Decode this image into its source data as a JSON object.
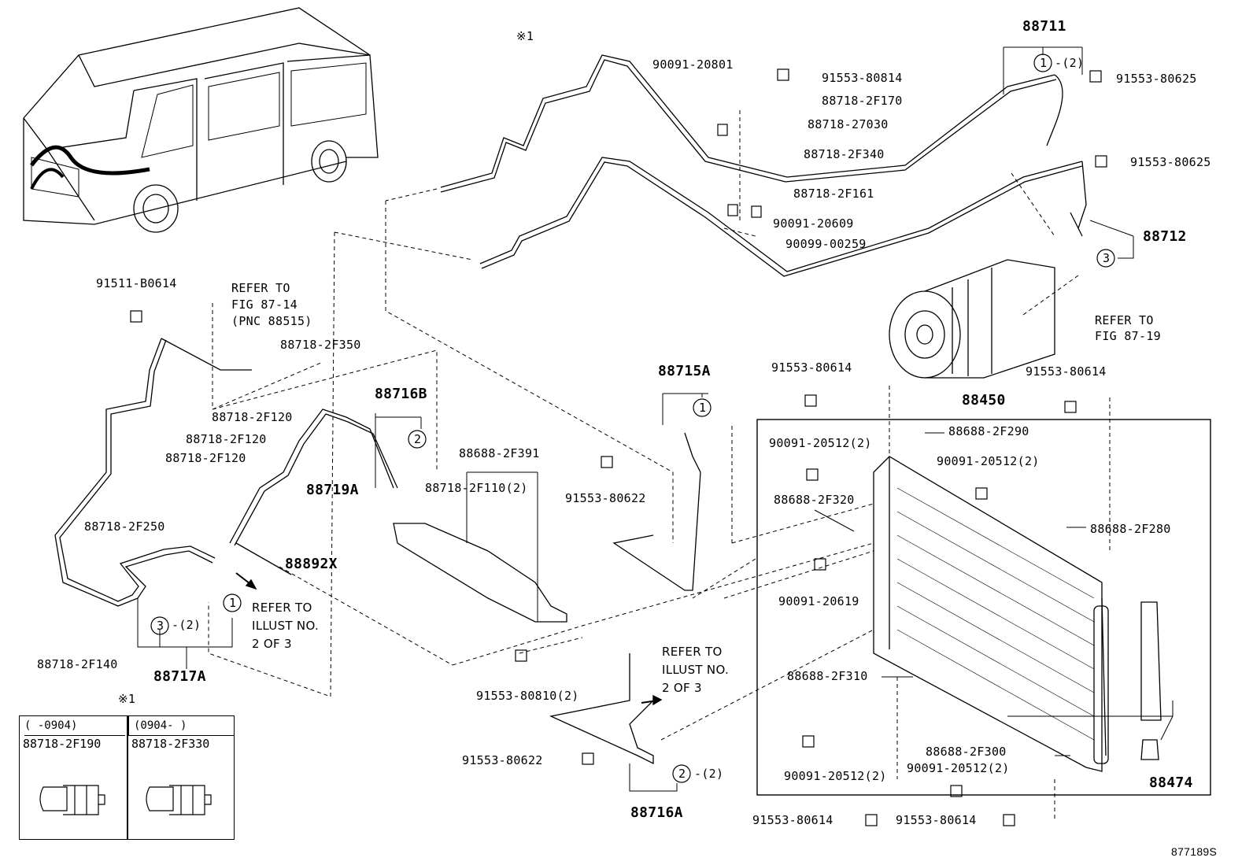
{
  "diagram_id": "877189S",
  "note_mark": "※1",
  "labels": {
    "p88711": "88711",
    "p88712": "88712",
    "p88450": "88450",
    "p88474": "88474",
    "p88715A": "88715A",
    "p88716B": "88716B",
    "p88716A": "88716A",
    "p88717A": "88717A",
    "p88719A": "88719A",
    "p88892X": "88892X",
    "p90091_20801": "90091-20801",
    "p91553_80814": "91553-80814",
    "p88718_2F170": "88718-2F170",
    "p88718_27030": "88718-27030",
    "p88718_2F340": "88718-2F340",
    "p88718_2F161": "88718-2F161",
    "p90091_20609": "90091-20609",
    "p90099_00259": "90099-00259",
    "p91553_80625_a": "91553-80625",
    "p91553_80625_b": "91553-80625",
    "p91511_B0614": "91511-B0614",
    "p88718_2F350": "88718-2F350",
    "p88718_2F120_a": "88718-2F120",
    "p88718_2F120_b": "88718-2F120",
    "p88718_2F120_c": "88718-2F120",
    "p88718_2F250": "88718-2F250",
    "p88718_2F140": "88718-2F140",
    "p88688_2F391": "88688-2F391",
    "p88718_2F110": "88718-2F110(2)",
    "p91553_80622_a": "91553-80622",
    "p91553_80622_b": "91553-80622",
    "p91553_80810": "91553-80810(2)",
    "p91553_80614_a": "91553-80614",
    "p91553_80614_b": "91553-80614",
    "p91553_80614_c": "91553-80614",
    "p91553_80614_d": "91553-80614",
    "p90091_20512_a": "90091-20512(2)",
    "p90091_20512_b": "90091-20512(2)",
    "p90091_20512_c": "90091-20512(2)",
    "p90091_20512_d": "90091-20512(2)",
    "p88688_2F290": "88688-2F290",
    "p88688_2F320": "88688-2F320",
    "p88688_2F280": "88688-2F280",
    "p90091_20619": "90091-20619",
    "p88688_2F310": "88688-2F310",
    "p88688_2F300": "88688-2F300"
  },
  "refer_notes": {
    "fig_87_14": [
      "REFER TO",
      "FIG 87-14",
      "(PNC 88515)"
    ],
    "fig_87_19": [
      "REFER TO",
      "FIG 87-19"
    ],
    "illust_left": [
      "REFER TO",
      "ILLUST NO.",
      "2 OF 3"
    ],
    "illust_right": [
      "REFER TO",
      "ILLUST NO.",
      "2 OF 3"
    ]
  },
  "callouts": {
    "c1": "1",
    "c2": "2",
    "c3": "3",
    "qty2": "-(2)"
  },
  "legend_table": {
    "col1_header": "(    -0904)",
    "col2_header": "(0904-    )",
    "col1_part": "88718-2F190",
    "col2_part": "88718-2F330"
  }
}
